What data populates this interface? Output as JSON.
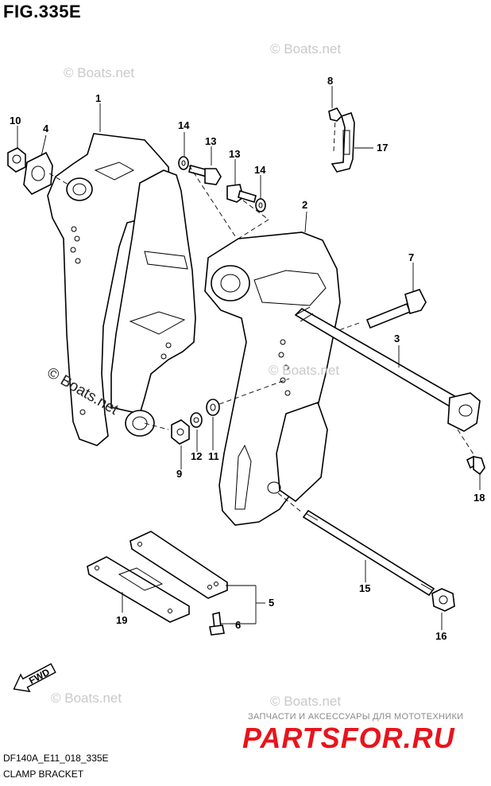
{
  "figure": {
    "title": "FIG.335E",
    "model_code": "DF140A_E11_018_335E",
    "name": "CLAMP BRACKET"
  },
  "watermark": {
    "site": "© Boats.net"
  },
  "promo": {
    "tagline": "ЗАПЧАСТИ И АКСЕССУАРЫ ДЛЯ МОТОТЕХНИКИ",
    "logo": "PARTSFOR.RU",
    "logo_color": "#e8141c"
  },
  "direction_badge": "FWD",
  "callouts": [
    "1",
    "2",
    "3",
    "4",
    "5",
    "6",
    "7",
    "8",
    "9",
    "10",
    "11",
    "12",
    "13",
    "13",
    "14",
    "14",
    "15",
    "16",
    "17",
    "18",
    "19"
  ]
}
